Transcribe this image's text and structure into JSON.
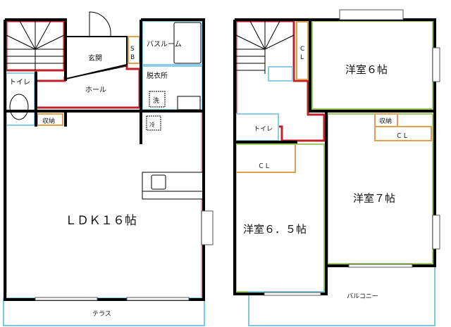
{
  "floor1": {
    "rooms": {
      "genkan": "玄関",
      "sb": [
        "S",
        "B"
      ],
      "bath": "バスルーム",
      "datsui": "脱衣所",
      "hall": "ホール",
      "toilet": "トイレ",
      "shuno": "収納",
      "ldk": "ＬＤＫ１６帖",
      "terrace": "テラス",
      "washer": "洗",
      "fridge": "冷"
    }
  },
  "floor2": {
    "rooms": {
      "cl_top": [
        "C",
        "L"
      ],
      "room6": "洋室６帖",
      "toilet": "トイレ",
      "shuno": "収納",
      "cl_right": "ＣＬ",
      "cl_left": "ＣＬ",
      "room7": "洋室７帖",
      "room65": "洋室６．５帖",
      "balcony": "バルコニー"
    }
  },
  "colors": {
    "wall": "#000000",
    "common_area": "#c0202a",
    "wet_area": "#8ecde6",
    "ldk_area": "#e8a8b8",
    "storage": "#e0a050",
    "bedroom": "#9ccc60",
    "outdoor": "#7ec8e3"
  }
}
